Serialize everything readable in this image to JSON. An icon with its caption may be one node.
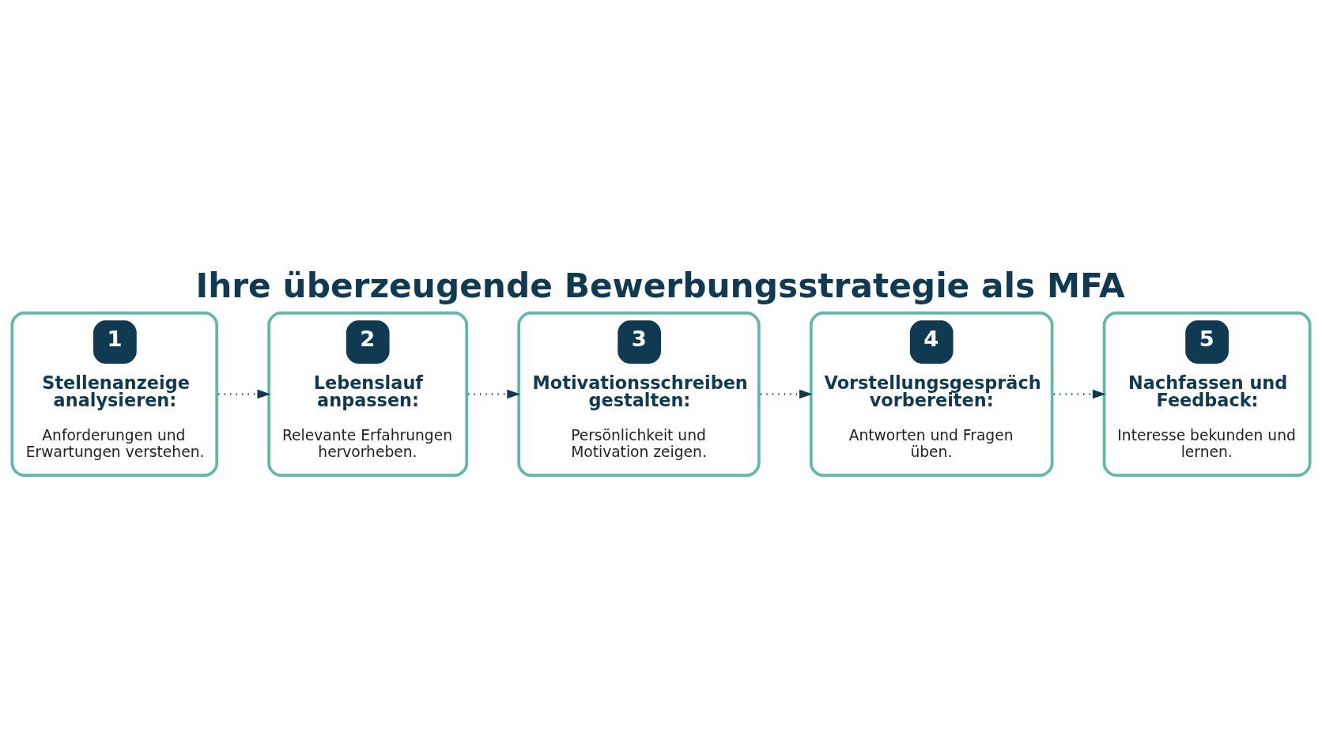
{
  "diagram": {
    "title": "Ihre überzeugende Bewerbungsstrategie als MFA",
    "nodes": [
      {
        "text": [
          "1",
          "Stellenanzeige analysieren:",
          "Anforderungen und Erwartungen verstehen."
        ]
      },
      {
        "text": [
          "2",
          "Lebenslauf anpassen:",
          "Relevante Erfahrungen hervorheben."
        ]
      },
      {
        "text": [
          "3",
          "Motivationsschreiben gestalten:",
          "Persönlichkeit und Motivation zeigen."
        ]
      },
      {
        "text": [
          "4",
          "Vorstellungsgespräch vorbereiten:",
          "Antworten und Fragen üben."
        ]
      },
      {
        "text": [
          "5",
          "Nachfassen und Feedback:",
          "Interesse bekunden und lernen."
        ]
      }
    ],
    "edges": [
      {
        "from": 0,
        "to": 1,
        "arrow": "to",
        "style": "dashed"
      },
      {
        "from": 1,
        "to": 2,
        "arrow": "to",
        "style": "dashed"
      },
      {
        "from": 2,
        "to": 3,
        "arrow": "to",
        "style": "dashed"
      },
      {
        "from": 3,
        "to": 4,
        "arrow": "to",
        "style": "dashed"
      }
    ]
  }
}
